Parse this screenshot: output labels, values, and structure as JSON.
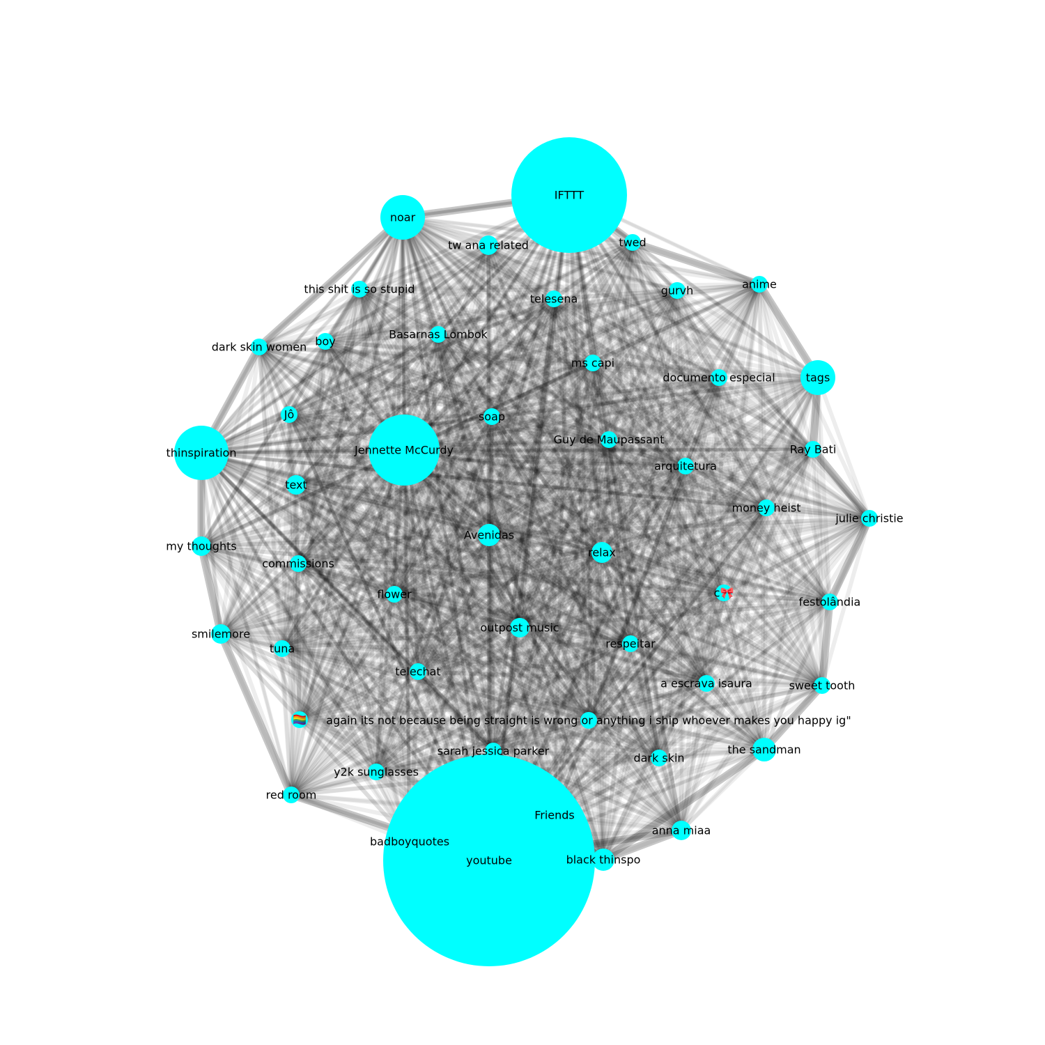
{
  "colors": {
    "node": "#00ffff",
    "edge": "#000000",
    "background": "#ffffff"
  },
  "nodes": [
    {
      "label": "IFTTT",
      "weight": 100
    },
    {
      "label": "youtube",
      "weight": 200
    },
    {
      "label": "noar",
      "weight": 12
    },
    {
      "label": "tags",
      "weight": 8
    },
    {
      "label": "thinspiration",
      "weight": 18
    },
    {
      "label": "Jennette McCurdy",
      "weight": 33
    },
    {
      "label": "tw ana related",
      "weight": 2
    },
    {
      "label": "twed",
      "weight": 2
    },
    {
      "label": "anime",
      "weight": 2
    },
    {
      "label": "this shit is so stupid",
      "weight": 2
    },
    {
      "label": "telesena",
      "weight": 2
    },
    {
      "label": "gurvh",
      "weight": 2
    },
    {
      "label": "dark skin women",
      "weight": 2
    },
    {
      "label": "boy",
      "weight": 2
    },
    {
      "label": "Basarnas Lombok",
      "weight": 2
    },
    {
      "label": "ms capi",
      "weight": 2
    },
    {
      "label": "documento especial",
      "weight": 2
    },
    {
      "label": "Jô",
      "weight": 2
    },
    {
      "label": "soap",
      "weight": 2
    },
    {
      "label": "Ray Bati",
      "weight": 2
    },
    {
      "label": "Guy de Maupassant",
      "weight": 2
    },
    {
      "label": "arquitetura",
      "weight": 2
    },
    {
      "label": "text",
      "weight": 3
    },
    {
      "label": "money heist",
      "weight": 2
    },
    {
      "label": "julie christie",
      "weight": 2
    },
    {
      "label": "my thoughts",
      "weight": 3
    },
    {
      "label": "Avenidas",
      "weight": 4
    },
    {
      "label": "relax",
      "weight": 3
    },
    {
      "label": "commissions",
      "weight": 2
    },
    {
      "label": "c🎀",
      "weight": 2
    },
    {
      "label": "flower",
      "weight": 2
    },
    {
      "label": "festolândia",
      "weight": 2
    },
    {
      "label": "smilemore",
      "weight": 3
    },
    {
      "label": "outpost music",
      "weight": 3
    },
    {
      "label": "respeitar",
      "weight": 2
    },
    {
      "label": "tuna",
      "weight": 2
    },
    {
      "label": "telechat",
      "weight": 2
    },
    {
      "label": "a escrava isaura",
      "weight": 2
    },
    {
      "label": "sweet tooth",
      "weight": 2
    },
    {
      "label": "🏳️‍🌈",
      "weight": 2
    },
    {
      "label": "again its not because being straight is wrong or anything i ship whoever makes you happy ig\"",
      "weight": 2
    },
    {
      "label": "sarah jessica parker",
      "weight": 2
    },
    {
      "label": "the sandman",
      "weight": 4
    },
    {
      "label": "dark skin",
      "weight": 2
    },
    {
      "label": "y2k sunglasses",
      "weight": 2
    },
    {
      "label": "red room",
      "weight": 2
    },
    {
      "label": "anna miaa",
      "weight": 3
    },
    {
      "label": "Friends",
      "weight": 2
    },
    {
      "label": "badboyquotes",
      "weight": 2
    },
    {
      "label": "black thinspo",
      "weight": 4
    }
  ]
}
